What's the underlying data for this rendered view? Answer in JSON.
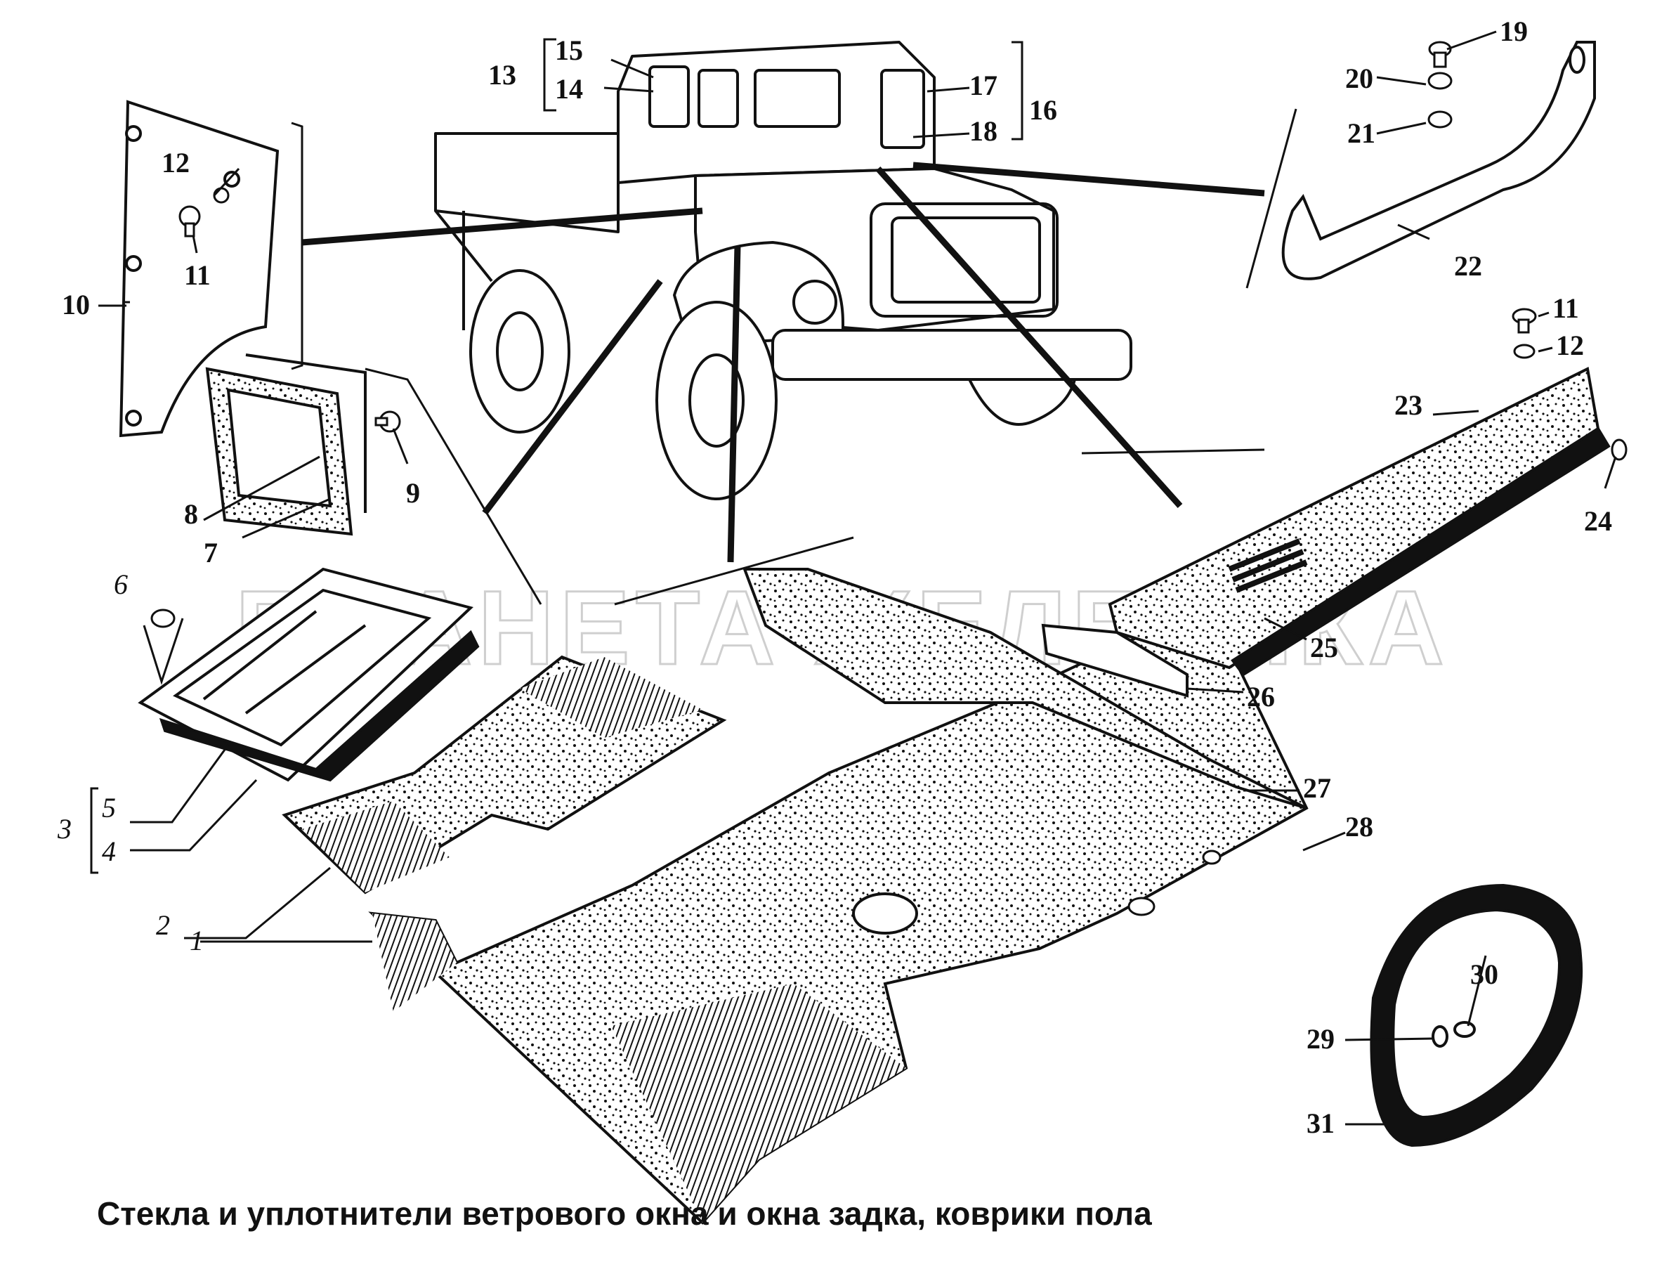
{
  "caption": "Стекла и уплотнители ветрового окна и окна задка, коврики пола",
  "watermark": "ПЛАНЕТА ЖЕЛЕЗЯКА",
  "labels": {
    "l1": "1",
    "l2": "2",
    "l3": "3",
    "l4": "4",
    "l5": "5",
    "l6": "6",
    "l7": "7",
    "l8": "8",
    "l9": "9",
    "l10": "10",
    "l11": "11",
    "l11b": "11",
    "l12": "12",
    "l12b": "12",
    "l13": "13",
    "l14": "14",
    "l15": "15",
    "l16": "16",
    "l17": "17",
    "l18": "18",
    "l19": "19",
    "l20": "20",
    "l21": "21",
    "l22": "22",
    "l23": "23",
    "l24": "24",
    "l25": "25",
    "l26": "26",
    "l27": "27",
    "l28": "28",
    "l29": "29",
    "l30": "30",
    "l31": "31"
  }
}
